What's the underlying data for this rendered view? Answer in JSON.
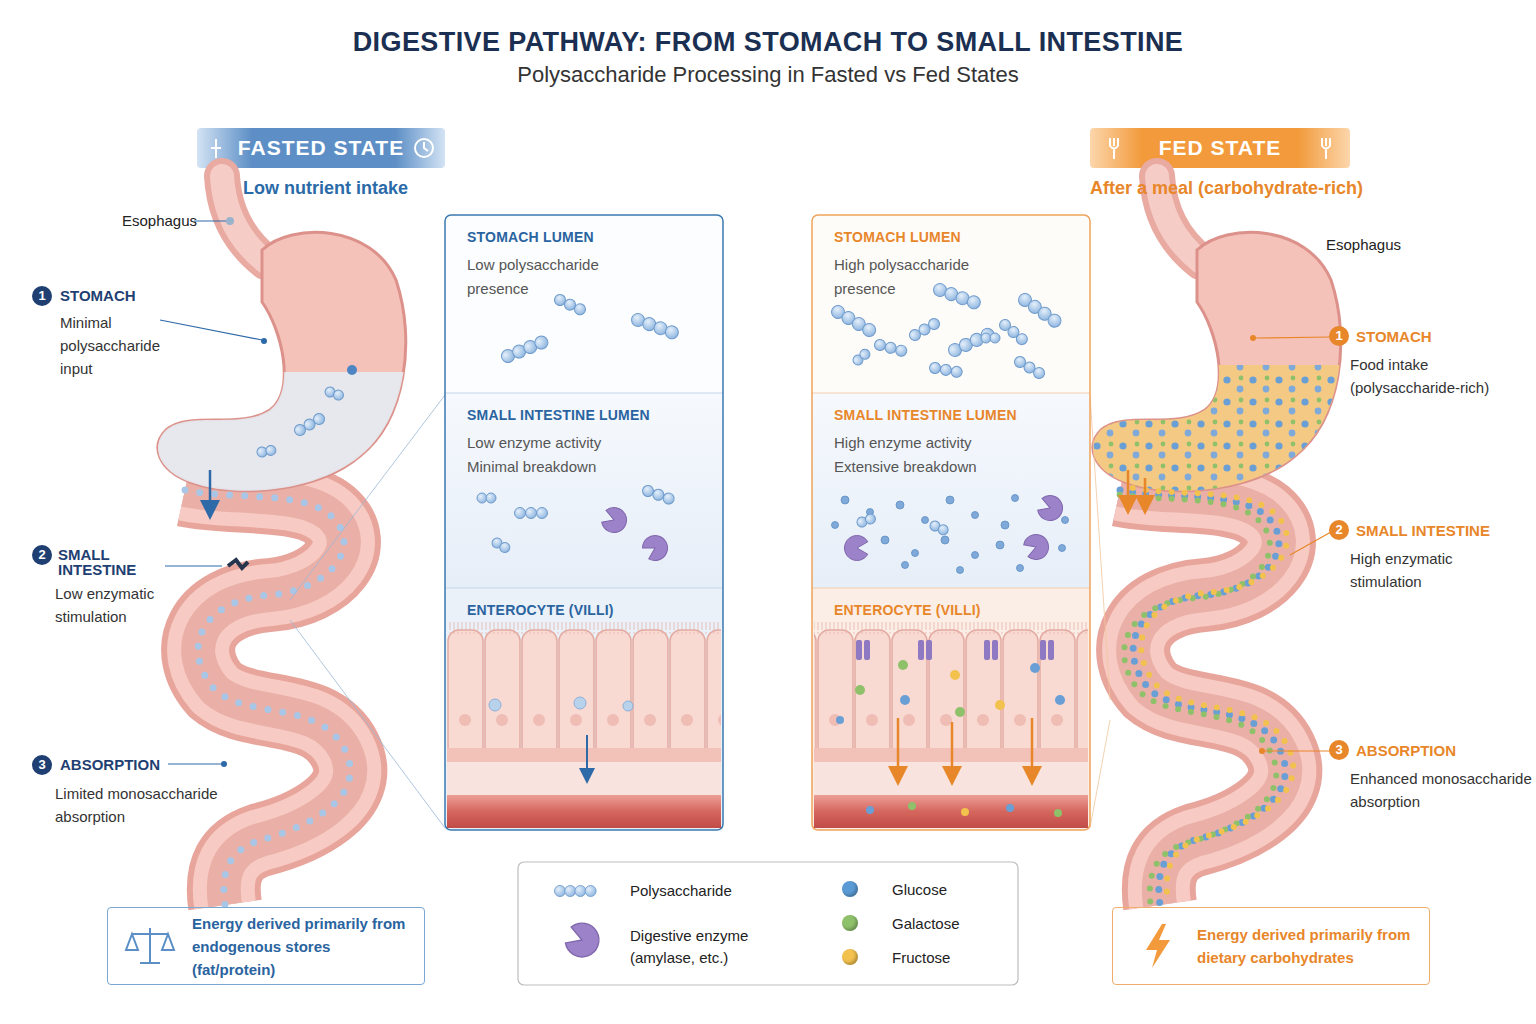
{
  "diagram": {
    "title": "DIGESTIVE PATHWAY: FROM STOMACH TO SMALL INTESTINE",
    "nodes": [
      {
        "text": [
          "FASTED STATE"
        ]
      },
      {
        "text": [
          "STOMACH LUMEN",
          "Low polysaccharide presence"
        ]
      },
      {
        "text": [
          "SMALL INTESTINE LUMEN",
          "Low enzyme activity",
          "Minimal breakdown"
        ]
      },
      {
        "text": [
          "ENTEROCYTE (VILLI)"
        ]
      },
      {
        "text": [
          "FED STATE"
        ]
      },
      {
        "text": [
          "STOMACH LUMEN",
          "High polysaccharide presence"
        ]
      },
      {
        "text": [
          "SMALL INTESTINE LUMEN",
          "High enzyme activity",
          "Extensive breakdown"
        ]
      },
      {
        "text": [
          "ENTEROCYTE (VILLI)"
        ]
      },
      {
        "text": [
          "Energy derived primarily from endogenous stores (fat/protein)"
        ]
      },
      {
        "text": [
          "Energy derived primarily from dietary carbohydrates"
        ]
      }
    ],
    "labels": [
      "Polysaccharide Processing in Fasted vs Fed States",
      "Low nutrient intake",
      "After a meal (carbohydrate-rich)",
      "Esophagus",
      "1",
      "STOMACH",
      "Minimal polysaccharide input",
      "2",
      "SMALL INTESTINE",
      "Low enzymatic stimulation",
      "3",
      "ABSORPTION",
      "Limited monosaccharide absorption",
      "Esophagus",
      "1",
      "STOMACH",
      "Food intake (polysaccharide-rich)",
      "2",
      "SMALL INTESTINE",
      "High enzymatic stimulation",
      "3",
      "ABSORPTION",
      "Enhanced monosaccharide absorption"
    ],
    "legend": [
      {
        "text": "Polysaccharide"
      },
      {
        "text": "Digestive enzyme (amylase, etc.)"
      },
      {
        "text": "Glucose",
        "color": "#5b9bd5"
      },
      {
        "text": "Galactose",
        "color": "#8fc06a"
      },
      {
        "text": "Fructose",
        "color": "#f2c14e"
      }
    ]
  }
}
